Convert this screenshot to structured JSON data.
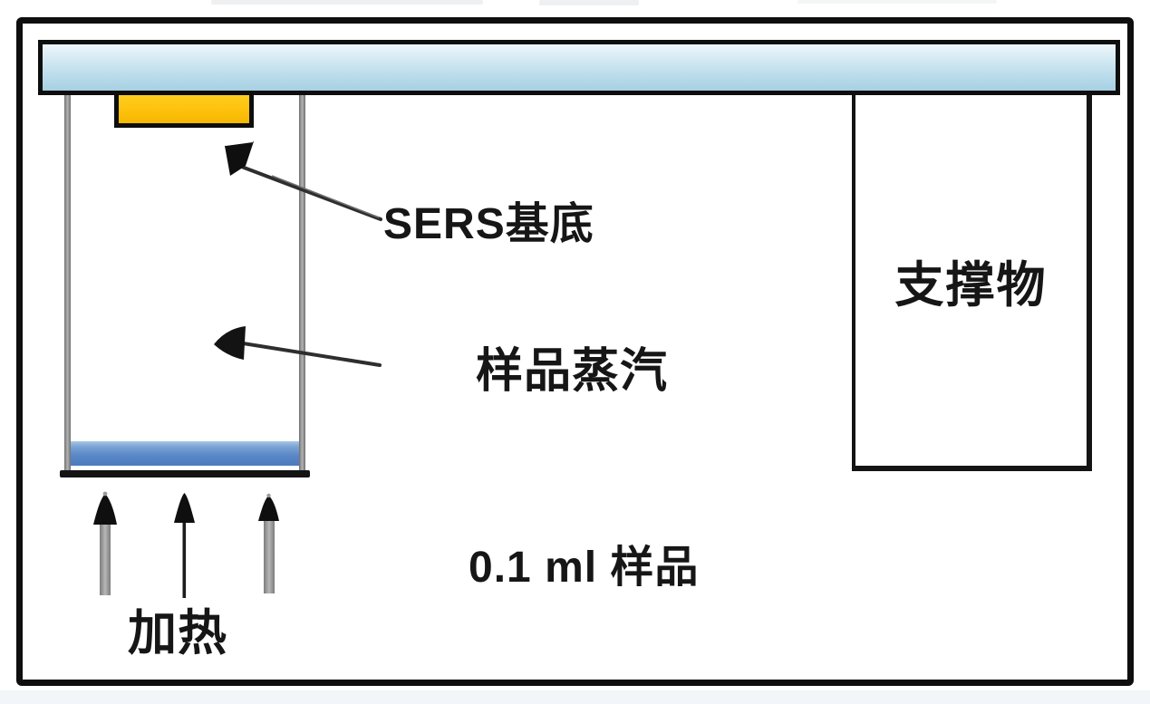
{
  "diagram": {
    "labels": {
      "sers_substrate": "SERS基底",
      "support": "支撑物",
      "sample_vapor": "样品蒸汽",
      "sample_volume": "0.1 ml 样品",
      "heating": "加热"
    },
    "colors": {
      "outline": "#0e0e0e",
      "glass_slide_light": "#eef7fb",
      "glass_slide_dark": "#a6d0e2",
      "substrate_yellow": "#fdc10d",
      "liquid_blue_light": "#a9c6e4",
      "liquid_blue_dark": "#4d7cbe",
      "wall_gray": "#8b8b8b",
      "heat_arrow_gray": "#9c9c9c"
    },
    "icons": {
      "substrate_pointer": "tapered-leader-line-with-solid-arrowhead",
      "vapor_pointer": "tapered-leader-line-with-solid-arrowhead",
      "heat_arrows": "upward-arrow-x3"
    }
  }
}
